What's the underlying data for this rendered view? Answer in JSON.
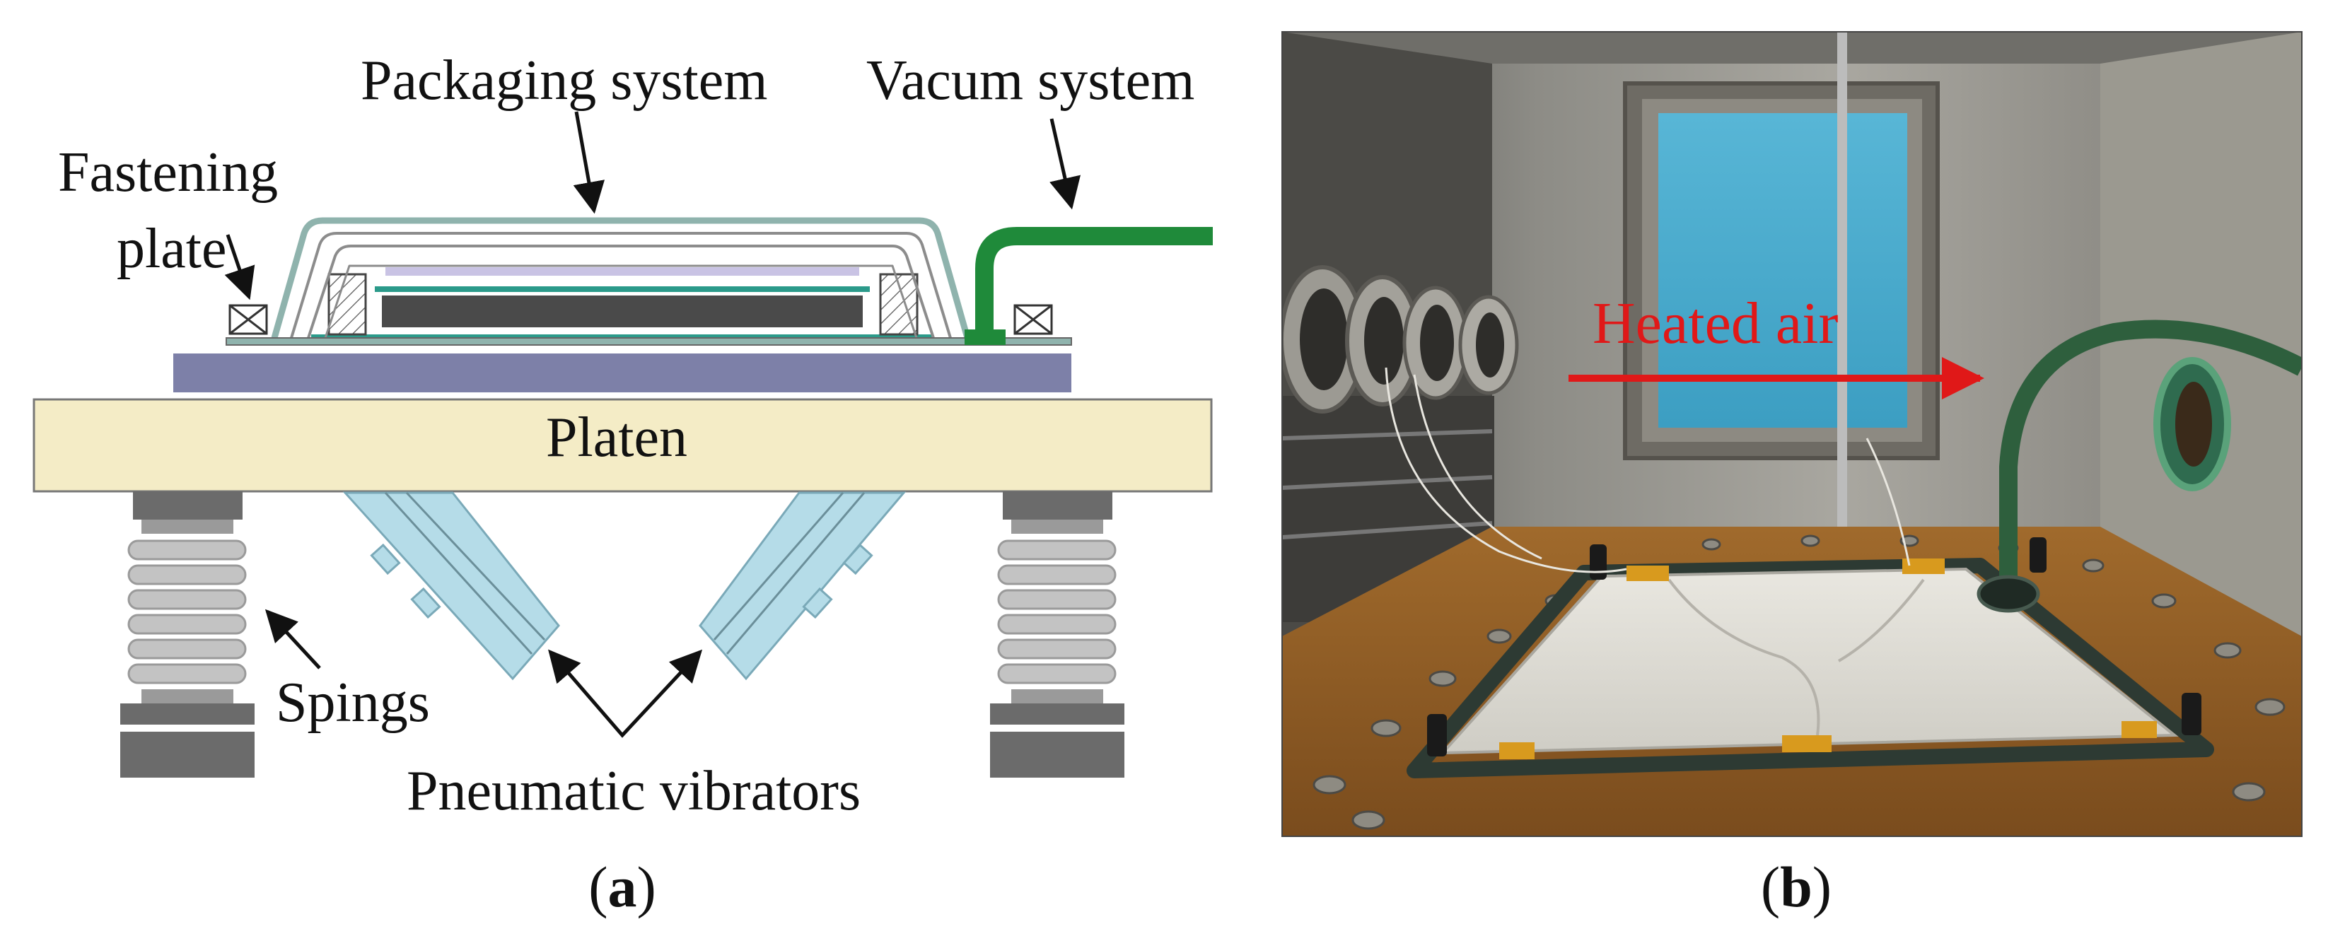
{
  "panel_a": {
    "labels": {
      "packaging_system": "Packaging system",
      "vacum_system": "Vacum system",
      "fastening_line1": "Fastening",
      "fastening_line2": "plate",
      "platen": "Platen",
      "springs": "Spings",
      "pneumatic_vibrators": "Pneumatic vibrators"
    },
    "caption_letter": "a"
  },
  "panel_b": {
    "annotation": "Heated air",
    "caption_letter": "b"
  },
  "colors": {
    "platen_fill": "#f4ecc6",
    "base_plate": "#7d80a8",
    "bag_line": "#8fb3ad",
    "teal_film": "#2b9a8a",
    "laminate": "#4a4a4a",
    "vacuum_hose": "#1f8a3a",
    "vibrator": "#b5dce8",
    "spring": "#c3c3c3",
    "spring_cap": "#6b6b6b",
    "heated_air_arrow": "#e01818"
  }
}
